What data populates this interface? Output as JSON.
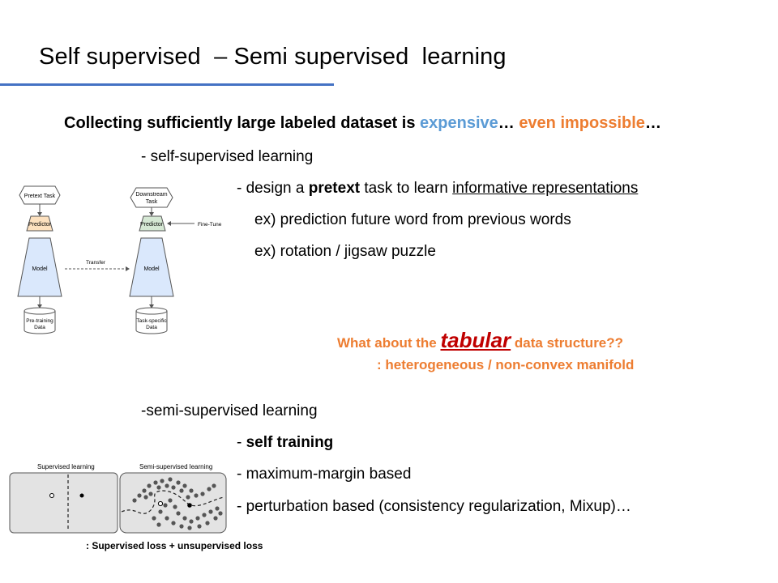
{
  "title": "Self supervised  – Semi supervised  learning",
  "headline": {
    "prefix": "Collecting sufficiently large labeled dataset is ",
    "word1": "expensive",
    "mid": "… ",
    "word2": "even impossible",
    "suffix": "…"
  },
  "self_supervised": {
    "heading": "- self-supervised learning",
    "design": {
      "prefix": "- design a ",
      "bold": "pretext",
      "middle": " task to learn ",
      "underlined": "informative representations"
    },
    "ex1": "ex) prediction future word from previous words",
    "ex2": "ex) rotation / jigsaw puzzle"
  },
  "question": {
    "prefix": "What about the ",
    "highlight": "tabular",
    "suffix": " data structure??",
    "line2": ": heterogeneous / non-convex manifold"
  },
  "semi_supervised": {
    "heading": "-semi-supervised learning",
    "item1_prefix": "- ",
    "item1_bold": "self training",
    "item2": "- maximum-margin based",
    "item3": "- perturbation based (consistency regularization, Mixup)…"
  },
  "caption": ": Supervised loss + unsupervised loss",
  "diagram_ssl": {
    "pretext_task": "Pretext Task",
    "downstream_task": [
      "Downstream",
      "Task"
    ],
    "predictor": "Predictor",
    "model": "Model",
    "transfer": "Transfer",
    "fine_tune": "Fine-Tune",
    "pretraining_data": [
      "Pre-training",
      "Data"
    ],
    "task_specific_data": [
      "Task-specific",
      "Data"
    ]
  },
  "diagram_semi": {
    "supervised_label": "Supervised learning",
    "semi_label": "Semi-supervised learning"
  },
  "colors": {
    "accent_blue": "#4472c4",
    "light_blue": "#5b9bd5",
    "orange": "#ed7d31",
    "red": "#c00000"
  }
}
